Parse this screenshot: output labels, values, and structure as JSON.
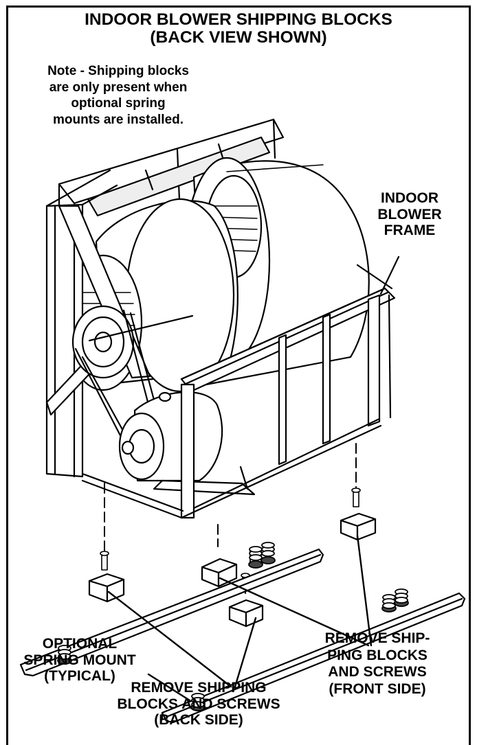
{
  "title": "INDOOR BLOWER SHIPPING BLOCKS\n(BACK VIEW SHOWN)",
  "note": "Note - Shipping blocks\nare only present when\noptional  spring\nmounts are installed.",
  "labels": {
    "blower_frame": "INDOOR\nBLOWER\nFRAME",
    "spring_mount": "OPTIONAL\nSPRING MOUNT\n(TYPICAL)",
    "front_blocks": "REMOVE SHIP-\nPING BLOCKS\nAND SCREWS\n(FRONT SIDE)",
    "back_blocks": "REMOVE SHIPPING\nBLOCKS AND SCREWS\n(BACK SIDE)"
  },
  "colors": {
    "line": "#000000",
    "fill": "#ffffff",
    "shade": "#e6e6e6"
  }
}
